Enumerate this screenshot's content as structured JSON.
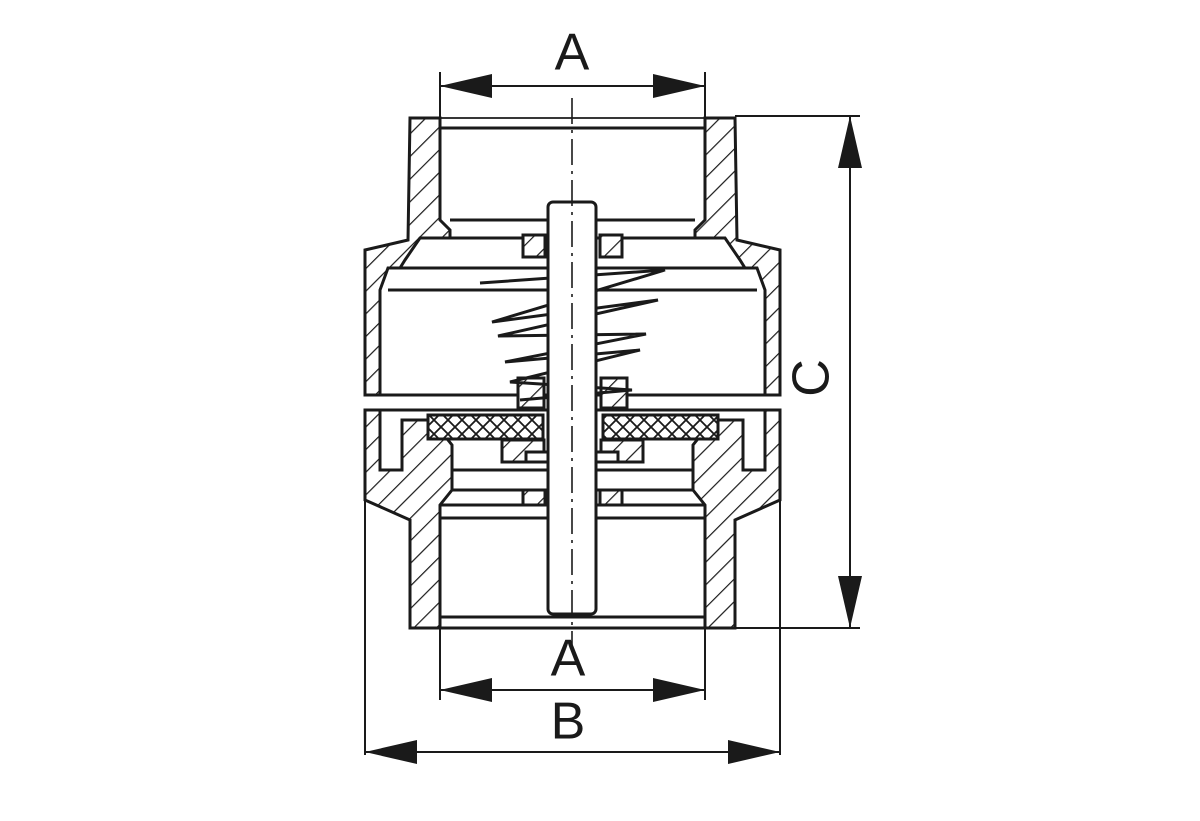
{
  "dimensions": {
    "a_top": "A",
    "a_bottom": "A",
    "b": "B",
    "c": "C"
  },
  "colors": {
    "line": "#1a1a1a",
    "background": "#ffffff"
  }
}
